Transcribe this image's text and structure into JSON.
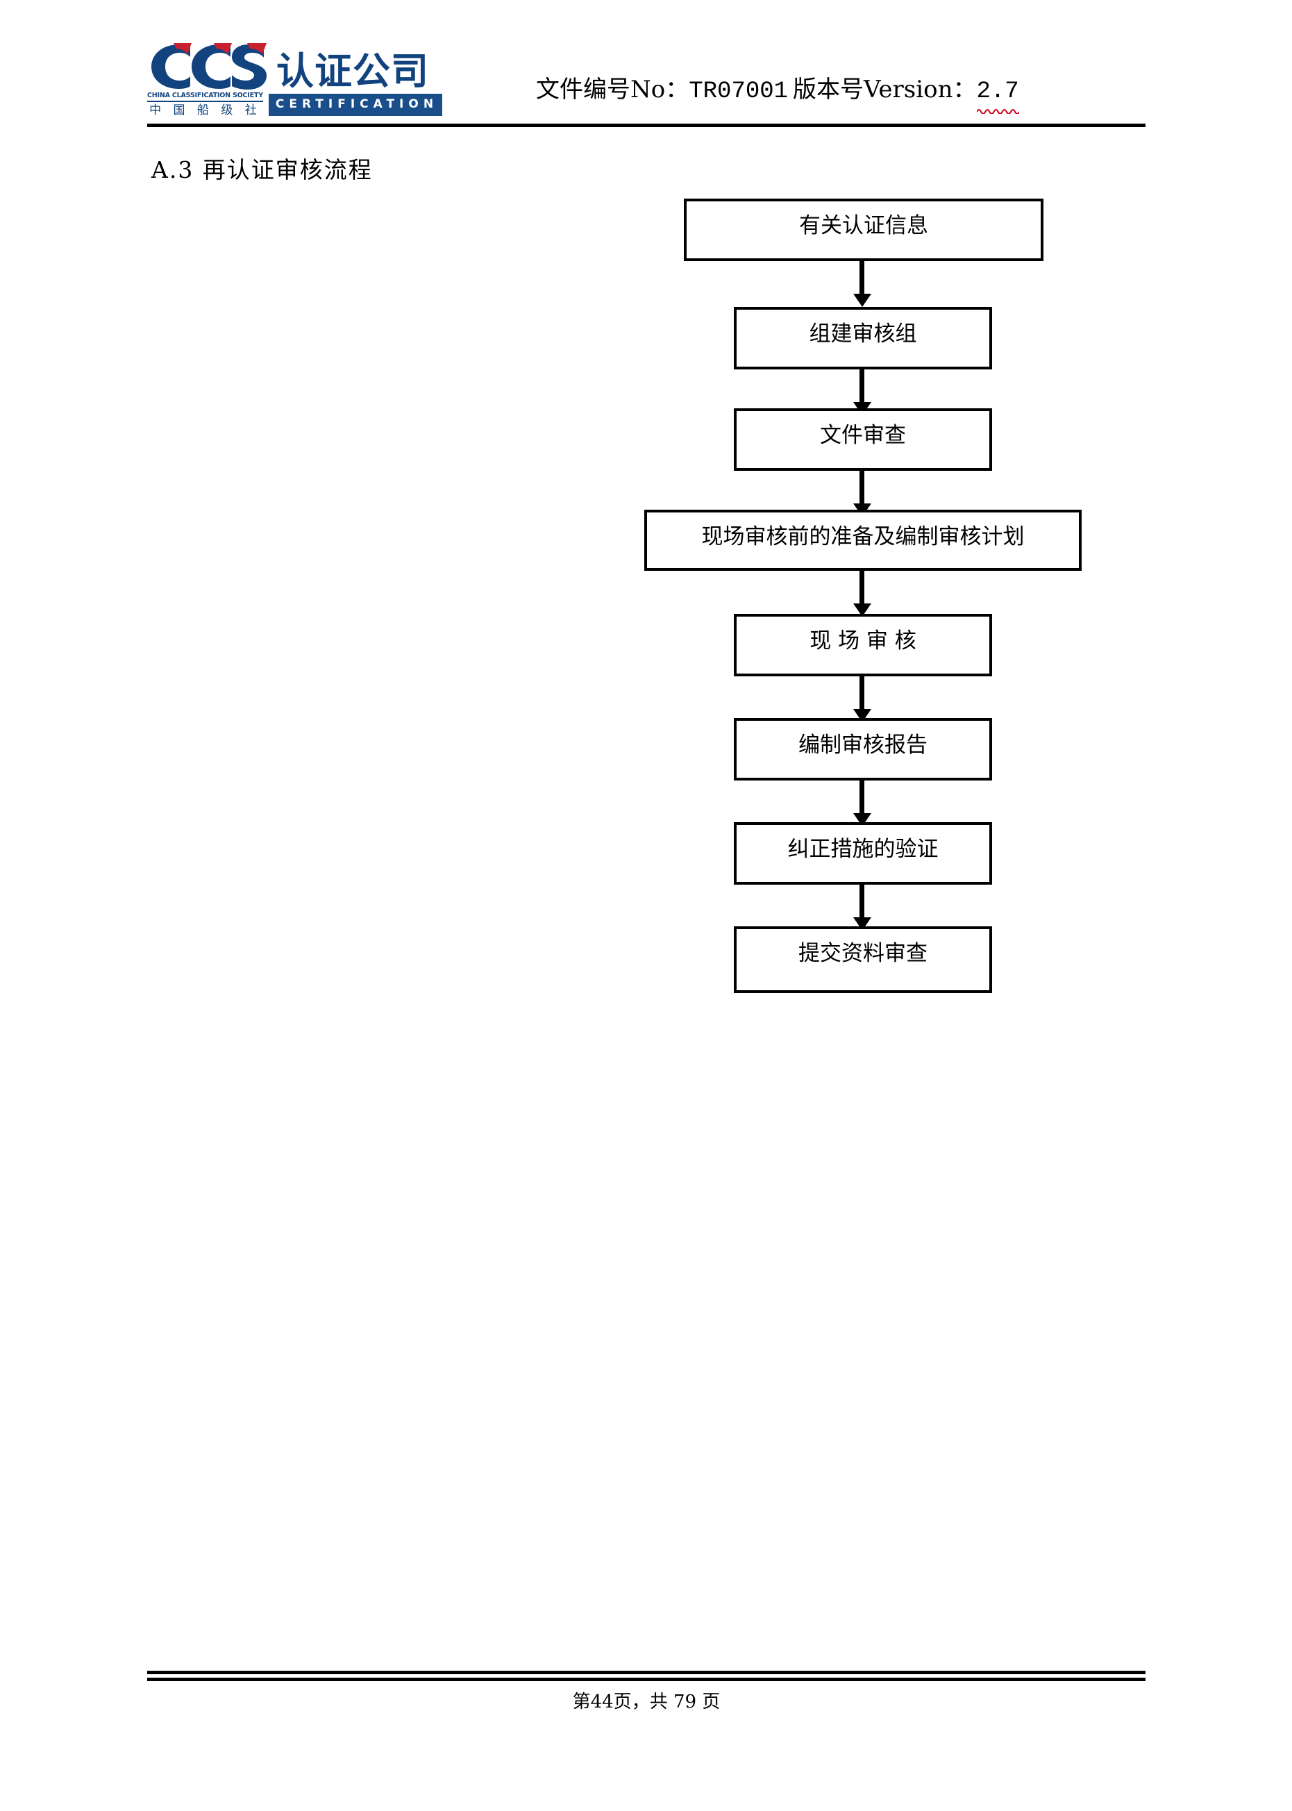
{
  "header": {
    "logo": {
      "mark_text": "CCS",
      "company_cn": "认证公司",
      "english_small": "CHINA CLASSIFICATION SOCIETY",
      "chinese_small": "中 国 船 级 社",
      "certification_bar": "CERTIFICATION",
      "brand_color": "#12437f",
      "bar_color": "#1a4e8a",
      "accent_color": "#c8202f"
    },
    "doc_no_label": "文件编号No：",
    "doc_no_value": "TR07001",
    "version_label": "版本号Version：",
    "version_value": "2.7",
    "spellcheck_color": "#d0021b"
  },
  "section": {
    "title": "A.3 再认证审核流程"
  },
  "flowchart": {
    "type": "flowchart",
    "orientation": "top-to-bottom",
    "nodes": [
      {
        "id": "n1",
        "label": "有关认证信息"
      },
      {
        "id": "n2",
        "label": "组建审核组"
      },
      {
        "id": "n3",
        "label": "文件审查"
      },
      {
        "id": "n4",
        "label": "现场审核前的准备及编制审核计划"
      },
      {
        "id": "n5",
        "label": "现 场 审 核"
      },
      {
        "id": "n6",
        "label": "编制审核报告"
      },
      {
        "id": "n7",
        "label": "纠正措施的验证"
      },
      {
        "id": "n8",
        "label": "提交资料审查"
      }
    ],
    "edges": [
      {
        "from": "n1",
        "to": "n2"
      },
      {
        "from": "n2",
        "to": "n3"
      },
      {
        "from": "n3",
        "to": "n4"
      },
      {
        "from": "n4",
        "to": "n5"
      },
      {
        "from": "n5",
        "to": "n6"
      },
      {
        "from": "n6",
        "to": "n7"
      },
      {
        "from": "n7",
        "to": "n8"
      }
    ]
  },
  "footer": {
    "page_text": "第44页，共 79 页"
  }
}
